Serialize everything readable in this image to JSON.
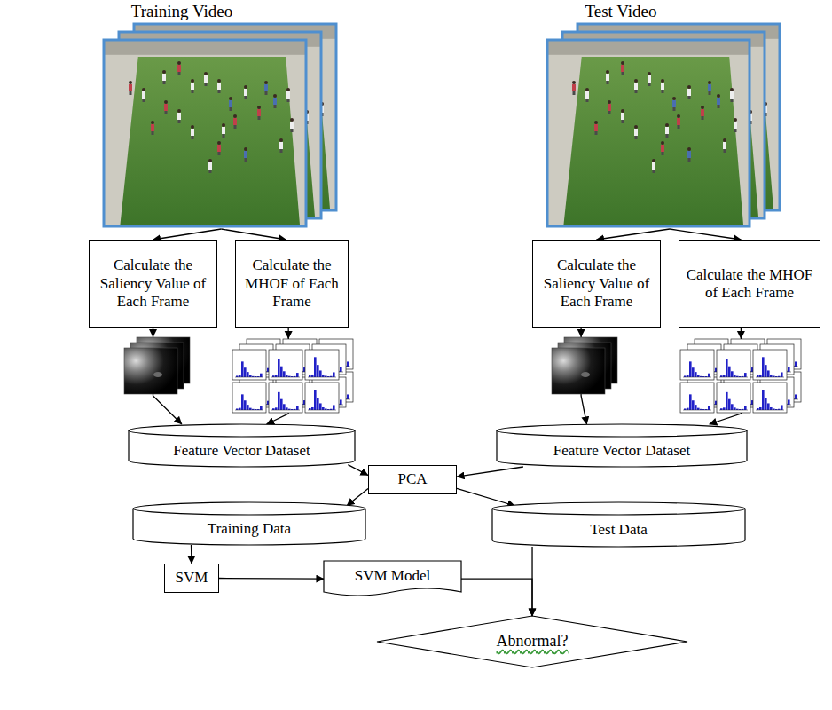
{
  "diagram": {
    "nodes": [
      {
        "text": [
          "Training Video"
        ]
      },
      {
        "text": [
          "Test Video"
        ]
      },
      {
        "text": [
          "Calculate the Saliency Value of Each Frame"
        ]
      },
      {
        "text": [
          "Calculate the MHOF of Each Frame"
        ]
      },
      {
        "text": [
          "Calculate the Saliency Value of Each Frame"
        ]
      },
      {
        "text": [
          "Calculate the MHOF of Each Frame"
        ]
      },
      {
        "text": [
          "Feature Vector Dataset"
        ]
      },
      {
        "text": [
          "Feature Vector Dataset"
        ]
      },
      {
        "text": [
          "PCA"
        ]
      },
      {
        "text": [
          "Training Data"
        ]
      },
      {
        "text": [
          "Test Data"
        ]
      },
      {
        "text": [
          "SVM"
        ]
      },
      {
        "text": [
          "SVM Model"
        ]
      },
      {
        "text": [
          "Abnormal?"
        ]
      }
    ],
    "edges": [
      {
        "from": 0,
        "to": 2,
        "arrow": "to"
      },
      {
        "from": 0,
        "to": 3,
        "arrow": "to"
      },
      {
        "from": 1,
        "to": 4,
        "arrow": "to"
      },
      {
        "from": 1,
        "to": 5,
        "arrow": "to"
      },
      {
        "from": 2,
        "to": 6,
        "arrow": "to"
      },
      {
        "from": 3,
        "to": 6,
        "arrow": "to"
      },
      {
        "from": 4,
        "to": 7,
        "arrow": "to"
      },
      {
        "from": 5,
        "to": 7,
        "arrow": "to"
      },
      {
        "from": 6,
        "to": 8,
        "arrow": "to"
      },
      {
        "from": 7,
        "to": 8,
        "arrow": "to"
      },
      {
        "from": 8,
        "to": 9,
        "arrow": "to"
      },
      {
        "from": 8,
        "to": 10,
        "arrow": "to"
      },
      {
        "from": 9,
        "to": 11,
        "arrow": "to"
      },
      {
        "from": 11,
        "to": 12,
        "arrow": "to"
      },
      {
        "from": 12,
        "to": 13,
        "arrow": "to"
      },
      {
        "from": 10,
        "to": 13,
        "arrow": "to"
      }
    ]
  }
}
